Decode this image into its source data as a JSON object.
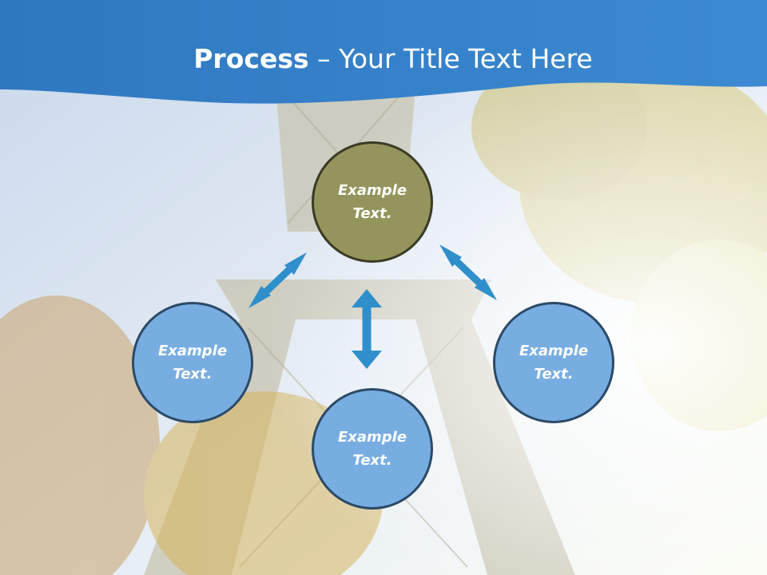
{
  "slide": {
    "title_bold": "Process",
    "title_rest": " – Your Title Text Here",
    "colors": {
      "header": "#3a85cc",
      "center_node": "#94955c",
      "outer_nodes": "#78ade2",
      "arrows": "#2e8fcb"
    }
  },
  "nodes": {
    "top": {
      "line1": "Example",
      "line2": "Text."
    },
    "left": {
      "line1": "Example",
      "line2": "Text."
    },
    "right": {
      "line1": "Example",
      "line2": "Text."
    },
    "bottom": {
      "line1": "Example",
      "line2": "Text."
    }
  },
  "background": {
    "image": "eiffel-tower-autumn-trees-photo"
  }
}
